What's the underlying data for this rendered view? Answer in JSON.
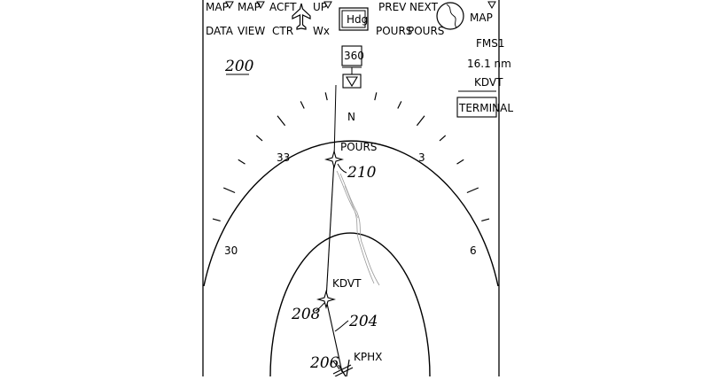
{
  "toolbar": {
    "map_data": [
      "MAP",
      "DATA"
    ],
    "map_view": [
      "MAP",
      "VIEW"
    ],
    "acft_ctr": [
      "ACFT",
      "CTR"
    ],
    "up_wx": [
      "UP",
      "Wx"
    ],
    "hdg_label": "Hdg",
    "prev_pours": [
      "PREV",
      "POURS"
    ],
    "next_pours": [
      "NEXT",
      "POURS"
    ],
    "map_label": "MAP"
  },
  "heading": {
    "value": "360",
    "north": "N"
  },
  "compass": {
    "labels": [
      "33",
      "3",
      "30",
      "6"
    ]
  },
  "info": {
    "fms": "FMS1",
    "distance": "16.1 nm",
    "waypoint": "KDVT",
    "mode": "TERMINAL"
  },
  "waypoints": {
    "pours": "POURS",
    "kdvt": "KDVT",
    "kphx": "KPHX"
  },
  "ref_numbers": {
    "figure": "200",
    "pours_ref": "210",
    "kdvt_ref": "208",
    "route_ref": "204",
    "kphx_ref": "206"
  },
  "colors": {
    "ink": "#000000",
    "terrain": "#999999",
    "background": "#ffffff"
  }
}
